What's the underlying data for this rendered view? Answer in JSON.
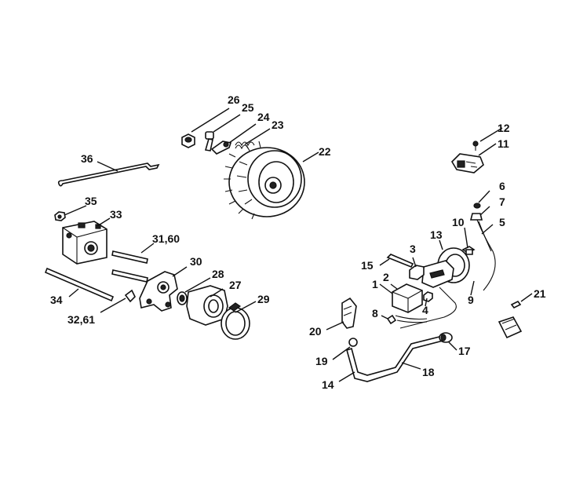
{
  "diagram": {
    "labels": {
      "p1": "1",
      "p2": "2",
      "p3": "3",
      "p4": "4",
      "p5": "5",
      "p6": "6",
      "p7": "7",
      "p8": "8",
      "p9": "9",
      "p10": "10",
      "p11": "11",
      "p12": "12",
      "p13": "13",
      "p14": "14",
      "p15": "15",
      "p17": "17",
      "p18": "18",
      "p19": "19",
      "p20": "20",
      "p21": "21",
      "p22": "22",
      "p23": "23",
      "p24": "24",
      "p25": "25",
      "p26": "26",
      "p27": "27",
      "p28": "28",
      "p29": "29",
      "p30": "30",
      "p31": "31,60",
      "p32": "32,61",
      "p33": "33",
      "p34": "34",
      "p35": "35",
      "p36": "36"
    }
  }
}
